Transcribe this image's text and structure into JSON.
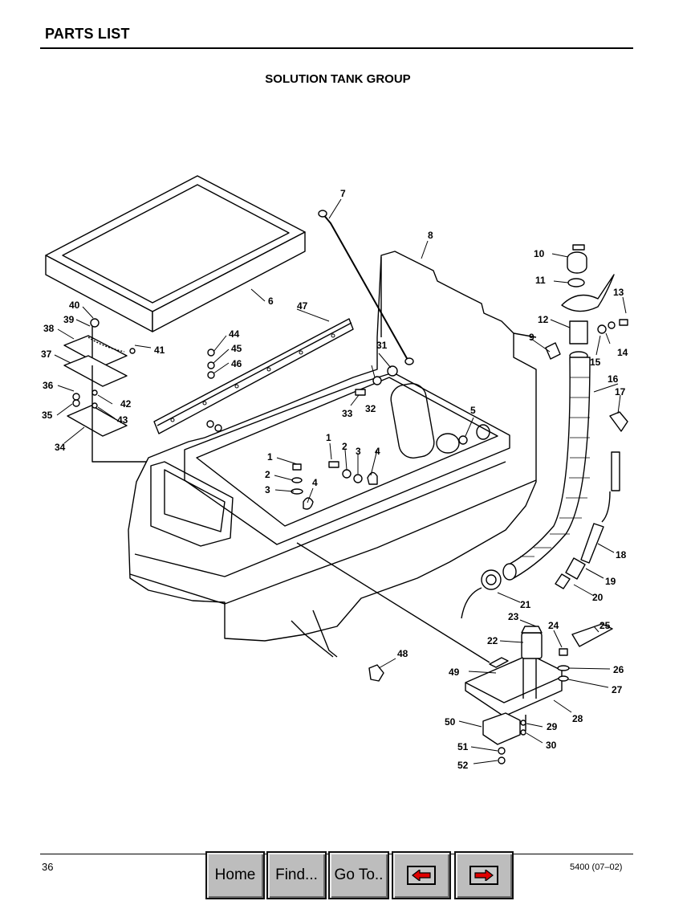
{
  "header": {
    "title": "PARTS LIST",
    "subtitle": "SOLUTION TANK GROUP"
  },
  "callouts": [
    "1",
    "2",
    "3",
    "4",
    "5",
    "6",
    "7",
    "8",
    "9",
    "10",
    "11",
    "12",
    "13",
    "14",
    "15",
    "16",
    "17",
    "18",
    "19",
    "20",
    "21",
    "22",
    "23",
    "24",
    "25",
    "26",
    "27",
    "28",
    "29",
    "30",
    "31",
    "32",
    "33",
    "34",
    "35",
    "36",
    "37",
    "38",
    "39",
    "40",
    "41",
    "42",
    "43",
    "44",
    "45",
    "46",
    "47",
    "48",
    "49",
    "50",
    "51",
    "52"
  ],
  "callout_repeats": {
    "1": "1",
    "2": "2",
    "3": "3",
    "4": "4"
  },
  "footer": {
    "page_number": "36",
    "doc_code": "5400  (07–02)"
  },
  "nav": {
    "home_label": "Home",
    "find_label": "Find...",
    "goto_label": "Go To..",
    "prev_icon": "left-arrow-icon",
    "next_icon": "right-arrow-icon",
    "arrow_color": "#e00000"
  }
}
